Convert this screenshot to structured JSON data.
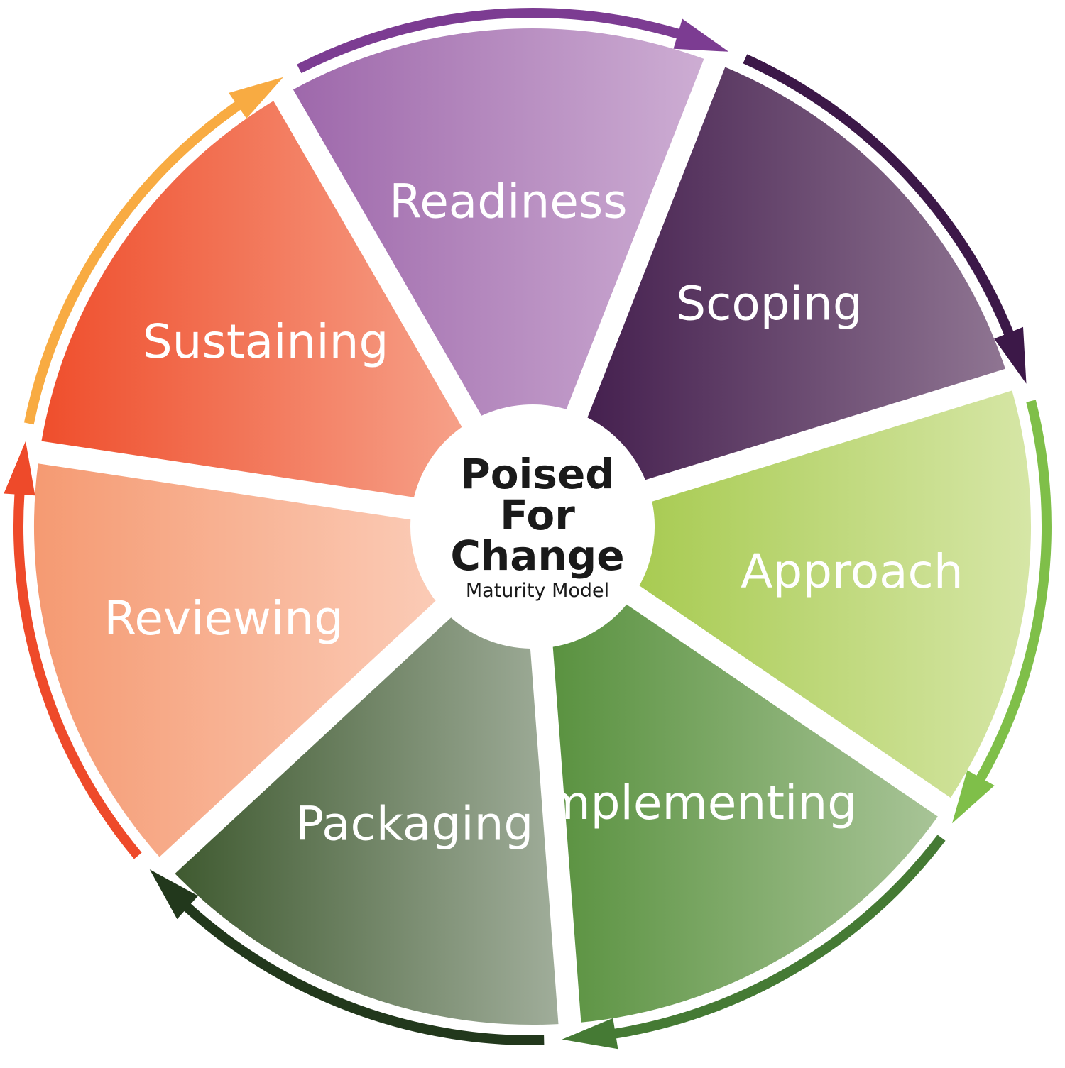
{
  "center": {
    "title_lines": [
      "Poised",
      "For",
      "Change"
    ],
    "subtitle": "Maturity Model"
  },
  "segments": [
    {
      "label": "Readiness",
      "colors": [
        "#9e68ab",
        "#cdadd3"
      ],
      "arrow": "#7c3c92"
    },
    {
      "label": "Scoping",
      "colors": [
        "#45204f",
        "#8f7592"
      ],
      "arrow": "#3c1848"
    },
    {
      "label": "Approach",
      "colors": [
        "#a8cb52",
        "#d6e6a6"
      ],
      "arrow": "#7fbf49"
    },
    {
      "label": "Implementing",
      "colors": [
        "#5a9240",
        "#a8c497"
      ],
      "arrow": "#457a34"
    },
    {
      "label": "Packaging",
      "colors": [
        "#3f5a30",
        "#a0ad9a"
      ],
      "arrow": "#22381c"
    },
    {
      "label": "Reviewing",
      "colors": [
        "#f59a72",
        "#fbcbb6"
      ],
      "arrow": "#ee4a2a"
    },
    {
      "label": "Sustaining",
      "colors": [
        "#ef4e2c",
        "#f6a088"
      ],
      "arrow": "#f8ab42"
    }
  ]
}
